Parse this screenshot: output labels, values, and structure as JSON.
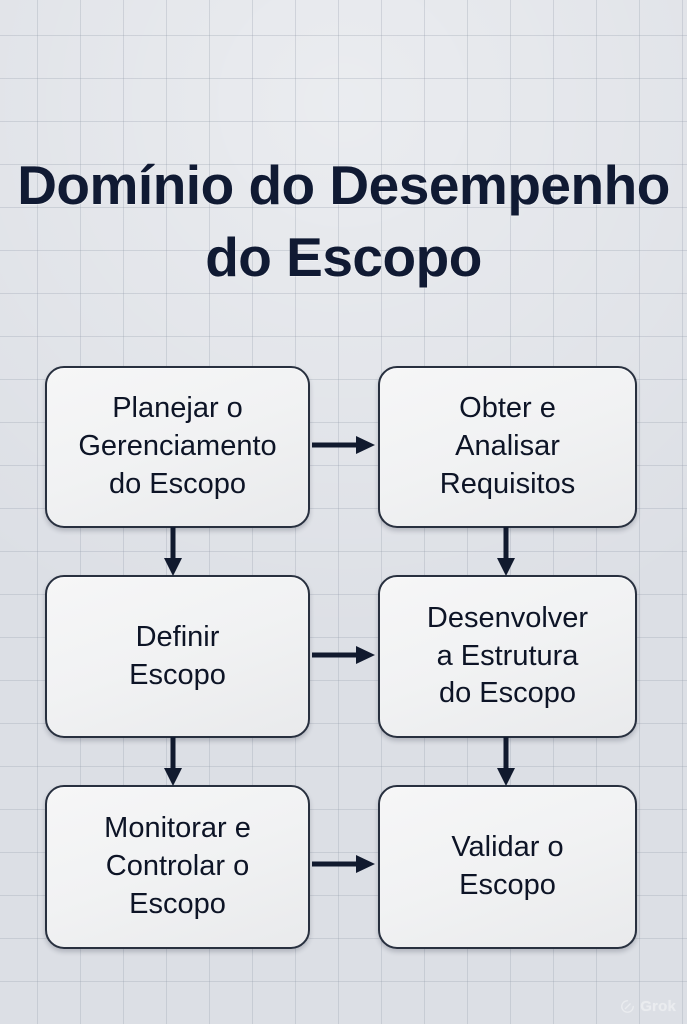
{
  "page": {
    "background_color": "#dcdfe5",
    "grid_line_color": "#969eac",
    "title": "Domínio do Desempenho\ndo Escopo",
    "title_color": "#101a33"
  },
  "diagram": {
    "type": "flowchart",
    "node_fill": "#f1f2f3",
    "node_border_color": "#28303f",
    "arrow_color": "#111a2e",
    "nodes": [
      {
        "id": "planejar-gerenciamento-escopo",
        "label": "Planejar o\nGerenciamento\ndo Escopo",
        "row": 1,
        "column": "left"
      },
      {
        "id": "obter-analisar-requisitos",
        "label": "Obter e\nAnalisar\nRequisitos",
        "row": 1,
        "column": "right"
      },
      {
        "id": "definir-escopo",
        "label": "Definir\nEscopo",
        "row": 2,
        "column": "left"
      },
      {
        "id": "desenvolver-estrutura-escopo",
        "label": "Desenvolver\na Estrutura\ndo Escopo",
        "row": 2,
        "column": "right"
      },
      {
        "id": "monitorar-controlar-escopo",
        "label": "Monitorar e\nControlar o\nEscopo",
        "row": 3,
        "column": "left"
      },
      {
        "id": "validar-escopo",
        "label": "Validar o\nEscopo",
        "row": 3,
        "column": "right"
      }
    ],
    "connectors": [
      {
        "from": "planejar-gerenciamento-escopo",
        "to": "obter-analisar-requisitos",
        "direction": "right"
      },
      {
        "from": "planejar-gerenciamento-escopo",
        "to": "definir-escopo",
        "direction": "down"
      },
      {
        "from": "obter-analisar-requisitos",
        "to": "desenvolver-estrutura-escopo",
        "direction": "down"
      },
      {
        "from": "definir-escopo",
        "to": "desenvolver-estrutura-escopo",
        "direction": "right"
      },
      {
        "from": "definir-escopo",
        "to": "monitorar-controlar-escopo",
        "direction": "down"
      },
      {
        "from": "desenvolver-estrutura-escopo",
        "to": "validar-escopo",
        "direction": "down"
      },
      {
        "from": "monitorar-controlar-escopo",
        "to": "validar-escopo",
        "direction": "right"
      }
    ]
  },
  "watermark": {
    "text": "Grok",
    "color": "#ffffff"
  }
}
